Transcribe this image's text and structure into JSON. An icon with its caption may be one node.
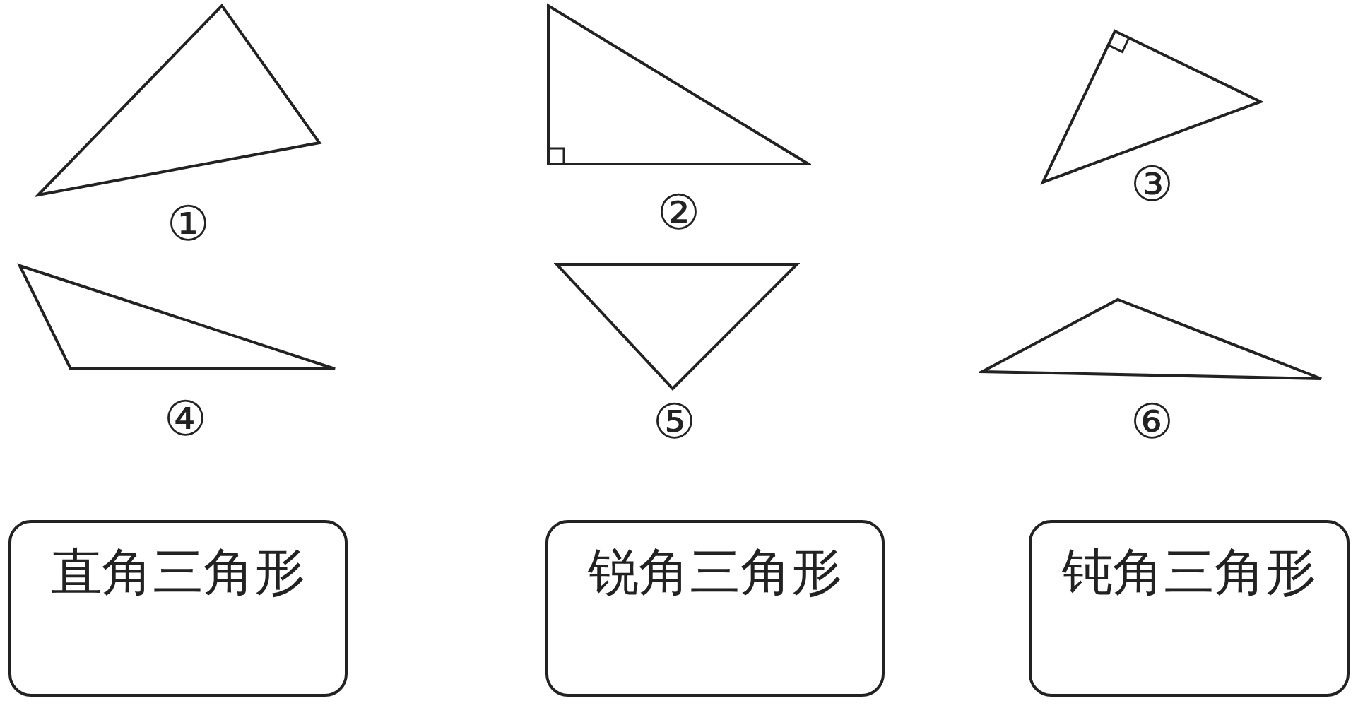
{
  "diagram": {
    "nodes": [
      {
        "text": [],
        "shape": "triangle",
        "beside": [
          "①"
        ]
      },
      {
        "text": [],
        "shape": "triangle",
        "beside": [
          "②"
        ]
      },
      {
        "text": [],
        "shape": "triangle",
        "beside": [
          "③"
        ]
      },
      {
        "text": [],
        "shape": "triangle",
        "beside": [
          "④"
        ]
      },
      {
        "text": [],
        "shape": "triangle",
        "beside": [
          "⑤"
        ]
      },
      {
        "text": [],
        "shape": "triangle",
        "beside": [
          "⑥"
        ]
      },
      {
        "text": [
          "直角三角形"
        ]
      },
      {
        "text": [
          "锐角三角形"
        ]
      },
      {
        "text": [
          "钝角三角形"
        ]
      }
    ]
  }
}
